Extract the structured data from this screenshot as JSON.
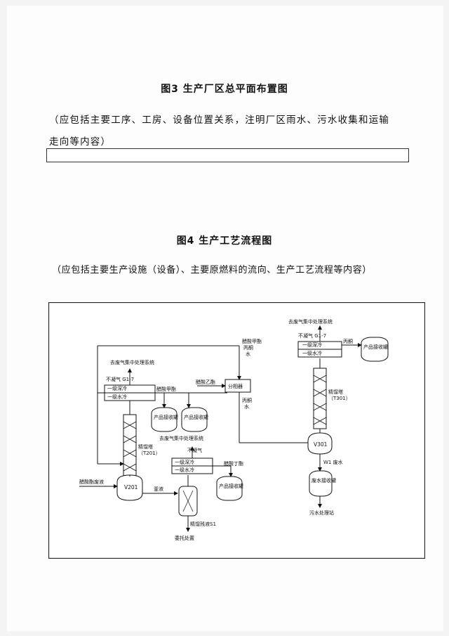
{
  "fig3": {
    "title": "图3   生产厂区总平面布置图",
    "note_line1": "（应包括主要工序、工房、设备位置关系，注明厂区雨水、污水收集和运输",
    "note_line2": "走向等内容）"
  },
  "fig4": {
    "title": "图4   生产工艺流程图",
    "note": "（应包括主要生产设施（设备）、主要原燃料的流向、生产工艺流程等内容）"
  },
  "diagram": {
    "waste_gas_system": "去废气集中处理系统",
    "noncondensable_g17": "不凝气  G1-7",
    "primary_cooling": "一级深冷",
    "secondary_cooling": "一级水冷",
    "column_t201_line1": "精馏塔",
    "column_t201_line2": "（T201）",
    "column_t301_line1": "精馏塔",
    "column_t301_line2": "（T301）",
    "vessel_v201": "V201",
    "vessel_v301": "V301",
    "feed": "醋酸酯废液",
    "bottoms": "釜液",
    "receiver": "产品接收罐",
    "methyl_acetate": "醋酸甲酯",
    "ethyl_acetate": "醋酸乙酯",
    "butyl_acetate": "醋酸丁酯",
    "methyl_acetate_acetone_water_1": "醋酸甲酯",
    "methyl_acetate_acetone_water_2": "丙酮",
    "methyl_acetate_acetone_water_3": "水",
    "separator": "分相器",
    "acetone_water_1": "丙酮",
    "acetone_water_2": "水",
    "acetone": "丙酮",
    "waste_gas_system_2": "去废气集中处理系统",
    "noncondensable": "不凝气",
    "residue": "精馏残液S1",
    "commission": "委托处置",
    "w1": "W1  废水",
    "wastewater_tank": "废水接收罐",
    "wastewater_plant": "污水处理站"
  }
}
